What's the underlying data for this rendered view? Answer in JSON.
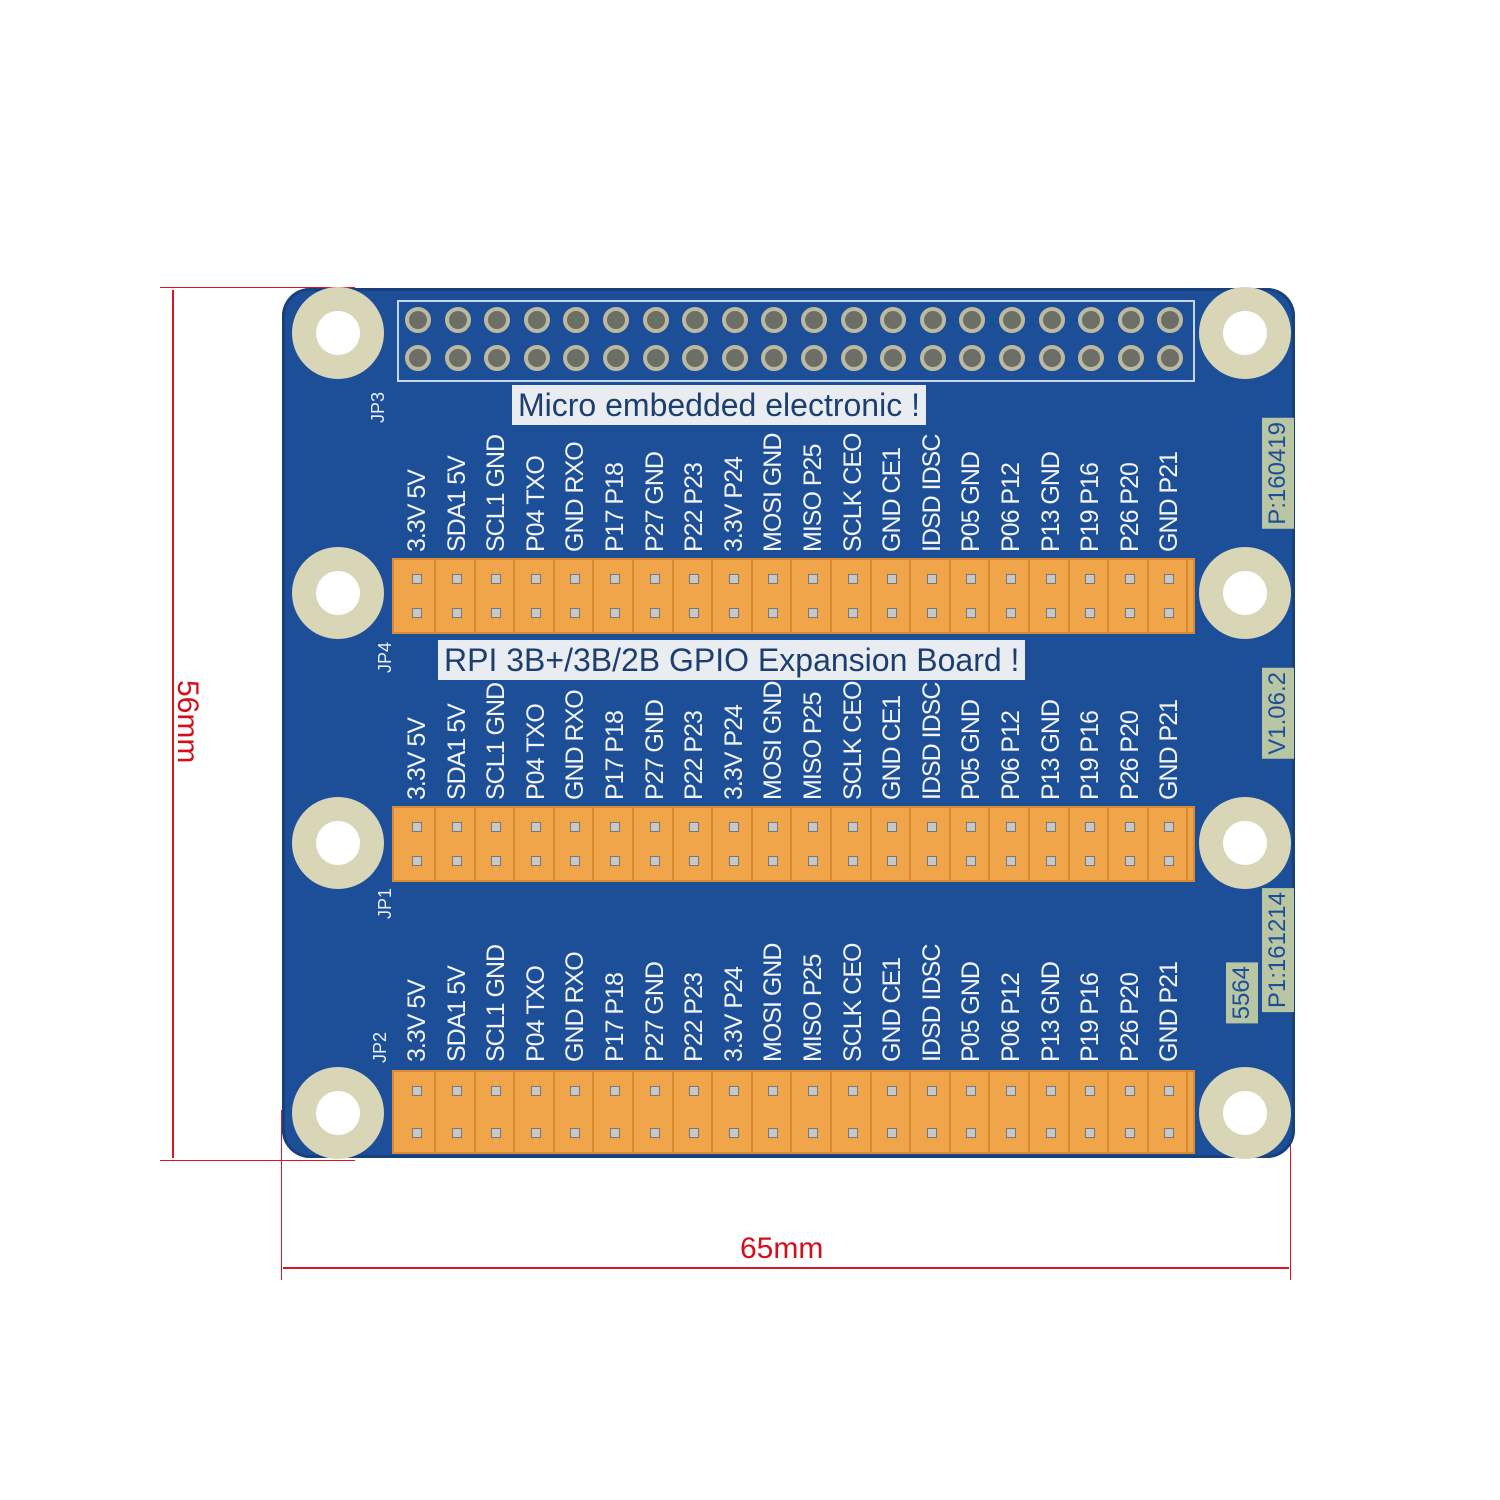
{
  "dimensions": {
    "height": "56mm",
    "width": "65mm"
  },
  "board": {
    "banner_top": "Micro embedded electronic !",
    "banner_mid": "RPI 3B+/3B/2B GPIO Expansion Board !",
    "connectors": [
      "JP3",
      "JP4",
      "JP1",
      "JP2"
    ],
    "side_labels": [
      "P:160419",
      "V1.06.2",
      "P1:161214",
      "5564"
    ],
    "pin_labels": [
      [
        "3.3V",
        "5V"
      ],
      [
        "SDA1",
        "5V"
      ],
      [
        "SCL1",
        "GND"
      ],
      [
        "P04",
        "TXO"
      ],
      [
        "GND",
        "RXO"
      ],
      [
        "P17",
        "P18"
      ],
      [
        "P27",
        "GND"
      ],
      [
        "P22",
        "P23"
      ],
      [
        "3.3V",
        "P24"
      ],
      [
        "MOSI",
        "GND"
      ],
      [
        "MISO",
        "P25"
      ],
      [
        "SCLK",
        "CEO"
      ],
      [
        "GND",
        "CE1"
      ],
      [
        "IDSD",
        "IDSC"
      ],
      [
        "P05",
        "GND"
      ],
      [
        "P06",
        "P12"
      ],
      [
        "P13",
        "GND"
      ],
      [
        "P19",
        "P16"
      ],
      [
        "P26",
        "P20"
      ],
      [
        "GND",
        "P21"
      ]
    ],
    "colors": {
      "pcb": "#1d4f99",
      "header": "#f0a54a",
      "dimension": "#e0141e"
    }
  }
}
